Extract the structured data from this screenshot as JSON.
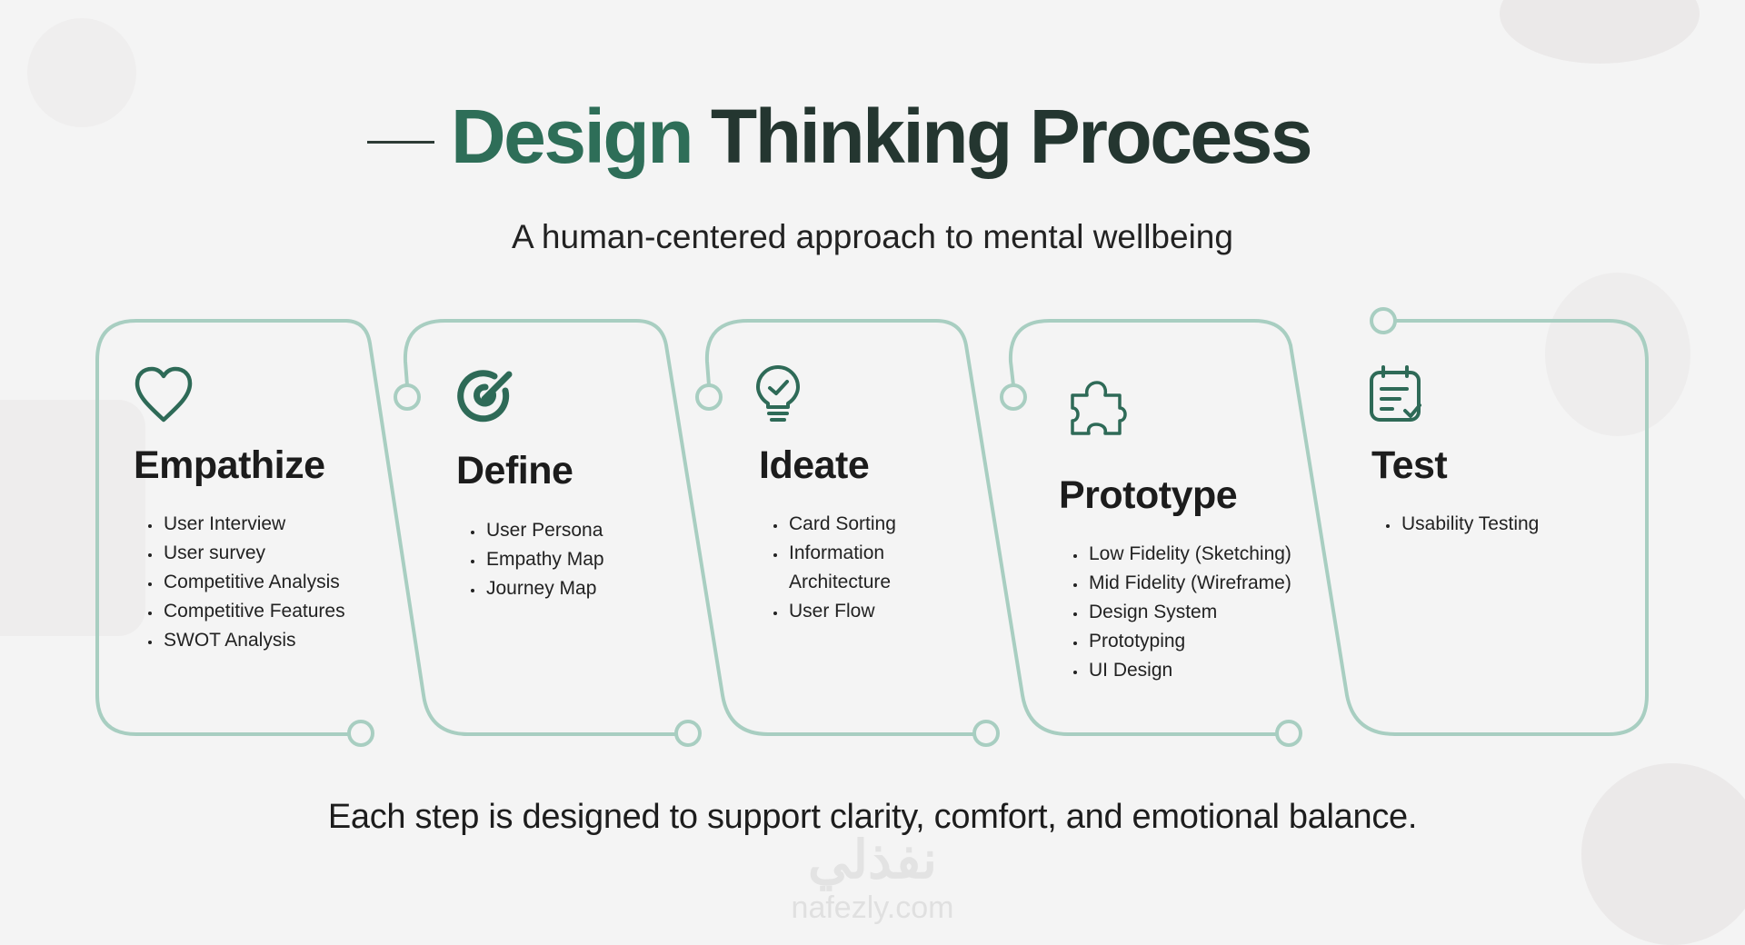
{
  "header": {
    "title_accent": "Design",
    "title_rest": "Thinking Process",
    "subtitle": "A human-centered approach to mental wellbeing"
  },
  "steps": [
    {
      "title": "Empathize",
      "icon": "heart-icon",
      "items": [
        "User Interview",
        "User survey",
        "Competitive Analysis",
        "Competitive Features",
        "SWOT Analysis"
      ]
    },
    {
      "title": "Define",
      "icon": "target-icon",
      "items": [
        "User Persona",
        "Empathy Map",
        "Journey Map"
      ]
    },
    {
      "title": "Ideate",
      "icon": "lightbulb-icon",
      "items": [
        "Card Sorting",
        "Information Architecture",
        "User Flow"
      ]
    },
    {
      "title": "Prototype",
      "icon": "puzzle-icon",
      "items": [
        "Low Fidelity (Sketching)",
        "Mid Fidelity (Wireframe)",
        "Design System",
        "Prototyping",
        "UI Design"
      ]
    },
    {
      "title": "Test",
      "icon": "clipboard-check-icon",
      "items": [
        "Usability Testing"
      ]
    }
  ],
  "footer": "Each step is designed to support clarity, comfort, and emotional balance.",
  "watermark": {
    "arabic": "نفذلي",
    "latin": "nafezly.com"
  },
  "colors": {
    "accent": "#2e6e58",
    "outline": "#a8cec1",
    "background": "#f4f4f4"
  }
}
